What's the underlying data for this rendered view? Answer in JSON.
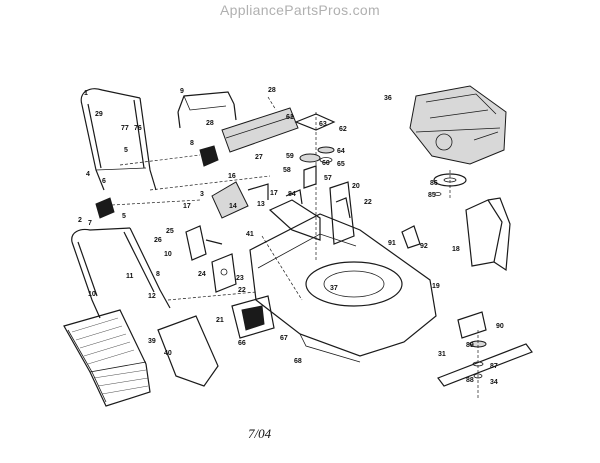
{
  "watermark": "AppliancePartsPros.com",
  "footer_date": "7/04",
  "callouts": [
    {
      "label": "1"
    },
    {
      "label": "29"
    },
    {
      "label": "77"
    },
    {
      "label": "76"
    },
    {
      "label": "5"
    },
    {
      "label": "4"
    },
    {
      "label": "6"
    },
    {
      "label": "9"
    },
    {
      "label": "8"
    },
    {
      "label": "28"
    },
    {
      "label": "28"
    },
    {
      "label": "27"
    },
    {
      "label": "7"
    },
    {
      "label": "2"
    },
    {
      "label": "5"
    },
    {
      "label": "16"
    },
    {
      "label": "3"
    },
    {
      "label": "17"
    },
    {
      "label": "17"
    },
    {
      "label": "13"
    },
    {
      "label": "14"
    },
    {
      "label": "25"
    },
    {
      "label": "26"
    },
    {
      "label": "10"
    },
    {
      "label": "11"
    },
    {
      "label": "8"
    },
    {
      "label": "24"
    },
    {
      "label": "23"
    },
    {
      "label": "22"
    },
    {
      "label": "21"
    },
    {
      "label": "12"
    },
    {
      "label": "10"
    },
    {
      "label": "39"
    },
    {
      "label": "40"
    },
    {
      "label": "66"
    },
    {
      "label": "67"
    },
    {
      "label": "68"
    },
    {
      "label": "41"
    },
    {
      "label": "84"
    },
    {
      "label": "61"
    },
    {
      "label": "63"
    },
    {
      "label": "62"
    },
    {
      "label": "64"
    },
    {
      "label": "65"
    },
    {
      "label": "59"
    },
    {
      "label": "60"
    },
    {
      "label": "58"
    },
    {
      "label": "57"
    },
    {
      "label": "20"
    },
    {
      "label": "22"
    },
    {
      "label": "37"
    },
    {
      "label": "19"
    },
    {
      "label": "36"
    },
    {
      "label": "86"
    },
    {
      "label": "85"
    },
    {
      "label": "18"
    },
    {
      "label": "91"
    },
    {
      "label": "92"
    },
    {
      "label": "90"
    },
    {
      "label": "89"
    },
    {
      "label": "31"
    },
    {
      "label": "87"
    },
    {
      "label": "88"
    },
    {
      "label": "34"
    }
  ]
}
